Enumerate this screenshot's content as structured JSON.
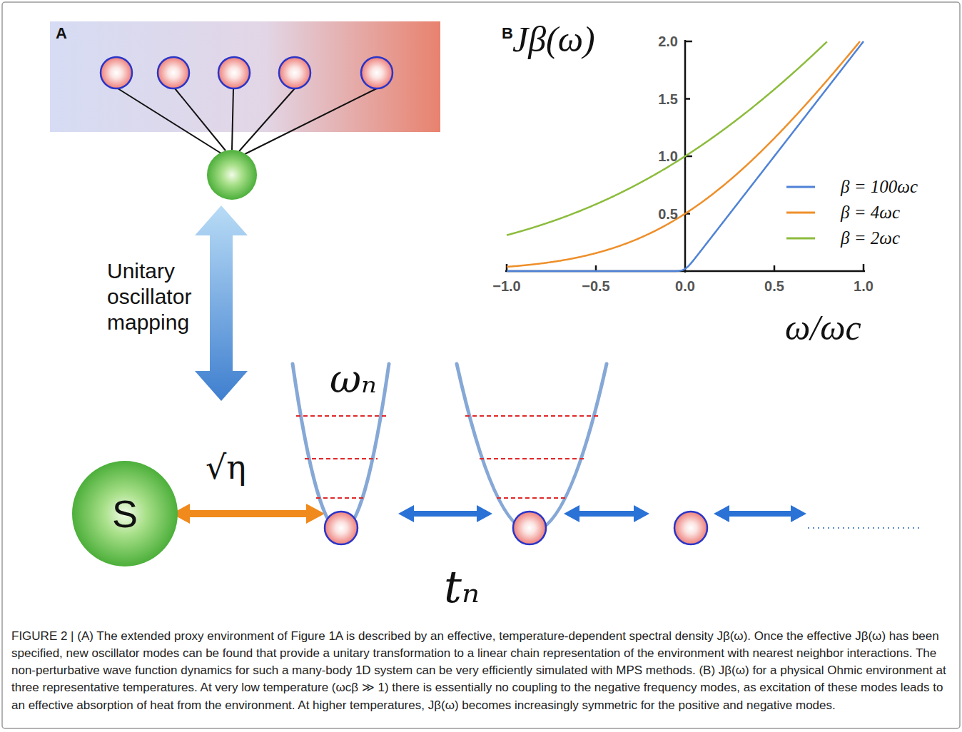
{
  "diagram": {
    "caption": "FIGURE 2 | (A) The extended proxy environment of Figure 1A is described by an effective, temperature-dependent spectral density Jβ(ω). Once the effective Jβ(ω) has been specified, new oscillator modes can be found that provide a unitary transformation to a linear chain representation of the environment with nearest neighbor interactions. The non-perturbative wave function dynamics for such a many-body 1D system can be very efficiently simulated with MPS methods. (B) Jβ(ω) for a physical Ohmic environment at three representative temperatures. At very low temperature (ωcβ ≫ 1) there is essentially no coupling to the negative frequency modes, as excitation of these modes leads to an effective absorption of heat from the environment. At higher temperatures, Jβ(ω) becomes increasingly symmetric for the positive and negative modes.",
    "nodes": [
      {
        "text": [
          "S"
        ]
      }
    ],
    "labels": [
      "A",
      "Unitary oscillator mapping",
      "√η",
      "ωₙ",
      "tₙ",
      "B",
      "Jβ(ω)",
      "2.0",
      "1.5",
      "1.0",
      "0.5",
      "−1.0",
      "−0.5",
      "0.0",
      "0.5",
      "1.0",
      "ω/ωc"
    ],
    "legend": [
      {
        "text": "β = 100ωc"
      },
      {
        "text": "β = 4ωc"
      },
      {
        "text": "β = 2ωc"
      }
    ]
  }
}
